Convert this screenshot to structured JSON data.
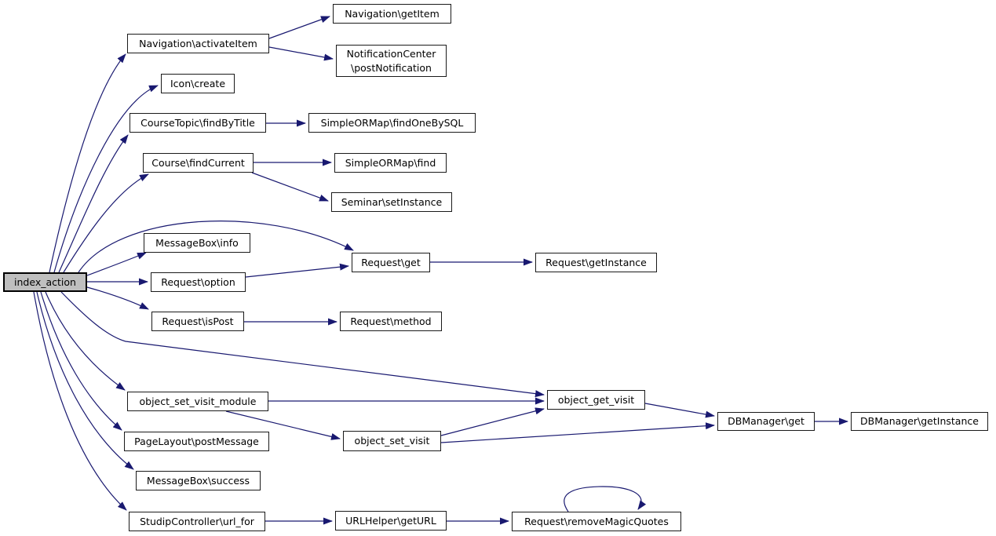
{
  "diagram": {
    "type": "call-graph",
    "background_color": "#ffffff",
    "edge_color": "#191970",
    "node_fill": "#ffffff",
    "node_border_color": "#1a1a1a",
    "highlight_fill": "#bfbfbf",
    "root_node": "index_action",
    "nodes": [
      {
        "id": "index_action",
        "label": "index_action",
        "highlight": true
      },
      {
        "id": "nav_activateItem",
        "label": "Navigation\\activateItem",
        "highlight": false
      },
      {
        "id": "nav_getItem",
        "label": "Navigation\\getItem",
        "highlight": false
      },
      {
        "id": "notificationcenter_postNotification",
        "label": "NotificationCenter\n\\postNotification",
        "highlight": false
      },
      {
        "id": "icon_create",
        "label": "Icon\\create",
        "highlight": false
      },
      {
        "id": "coursetopic_findByTitle",
        "label": "CourseTopic\\findByTitle",
        "highlight": false
      },
      {
        "id": "simpleormap_findOneBySQL",
        "label": "SimpleORMap\\findOneBySQL",
        "highlight": false
      },
      {
        "id": "course_findCurrent",
        "label": "Course\\findCurrent",
        "highlight": false
      },
      {
        "id": "simpleormap_find",
        "label": "SimpleORMap\\find",
        "highlight": false
      },
      {
        "id": "seminar_setInstance",
        "label": "Seminar\\setInstance",
        "highlight": false
      },
      {
        "id": "messagebox_info",
        "label": "MessageBox\\info",
        "highlight": false
      },
      {
        "id": "request_get",
        "label": "Request\\get",
        "highlight": false
      },
      {
        "id": "request_getInstance",
        "label": "Request\\getInstance",
        "highlight": false
      },
      {
        "id": "request_option",
        "label": "Request\\option",
        "highlight": false
      },
      {
        "id": "request_isPost",
        "label": "Request\\isPost",
        "highlight": false
      },
      {
        "id": "request_method",
        "label": "Request\\method",
        "highlight": false
      },
      {
        "id": "object_set_visit_module",
        "label": "object_set_visit_module",
        "highlight": false
      },
      {
        "id": "object_get_visit",
        "label": "object_get_visit",
        "highlight": false
      },
      {
        "id": "pagelayout_postMessage",
        "label": "PageLayout\\postMessage",
        "highlight": false
      },
      {
        "id": "object_set_visit",
        "label": "object_set_visit",
        "highlight": false
      },
      {
        "id": "dbmanager_get",
        "label": "DBManager\\get",
        "highlight": false
      },
      {
        "id": "dbmanager_getInstance",
        "label": "DBManager\\getInstance",
        "highlight": false
      },
      {
        "id": "messagebox_success",
        "label": "MessageBox\\success",
        "highlight": false
      },
      {
        "id": "studipcontroller_url_for",
        "label": "StudipController\\url_for",
        "highlight": false
      },
      {
        "id": "urlhelper_getURL",
        "label": "URLHelper\\getURL",
        "highlight": false
      },
      {
        "id": "request_removeMagicQuotes",
        "label": "Request\\removeMagicQuotes",
        "highlight": false
      }
    ],
    "edges": [
      {
        "from": "index_action",
        "to": "nav_activateItem"
      },
      {
        "from": "index_action",
        "to": "icon_create"
      },
      {
        "from": "index_action",
        "to": "coursetopic_findByTitle"
      },
      {
        "from": "index_action",
        "to": "course_findCurrent"
      },
      {
        "from": "index_action",
        "to": "request_get"
      },
      {
        "from": "index_action",
        "to": "messagebox_info"
      },
      {
        "from": "index_action",
        "to": "request_option"
      },
      {
        "from": "index_action",
        "to": "request_isPost"
      },
      {
        "from": "index_action",
        "to": "object_get_visit"
      },
      {
        "from": "index_action",
        "to": "object_set_visit_module"
      },
      {
        "from": "index_action",
        "to": "pagelayout_postMessage"
      },
      {
        "from": "index_action",
        "to": "messagebox_success"
      },
      {
        "from": "index_action",
        "to": "studipcontroller_url_for"
      },
      {
        "from": "nav_activateItem",
        "to": "nav_getItem"
      },
      {
        "from": "nav_activateItem",
        "to": "notificationcenter_postNotification"
      },
      {
        "from": "coursetopic_findByTitle",
        "to": "simpleormap_findOneBySQL"
      },
      {
        "from": "course_findCurrent",
        "to": "simpleormap_find"
      },
      {
        "from": "course_findCurrent",
        "to": "seminar_setInstance"
      },
      {
        "from": "request_option",
        "to": "request_get"
      },
      {
        "from": "request_get",
        "to": "request_getInstance"
      },
      {
        "from": "request_isPost",
        "to": "request_method"
      },
      {
        "from": "object_set_visit_module",
        "to": "object_get_visit"
      },
      {
        "from": "object_set_visit_module",
        "to": "object_set_visit"
      },
      {
        "from": "object_set_visit",
        "to": "object_get_visit"
      },
      {
        "from": "object_set_visit",
        "to": "dbmanager_get"
      },
      {
        "from": "object_get_visit",
        "to": "dbmanager_get"
      },
      {
        "from": "dbmanager_get",
        "to": "dbmanager_getInstance"
      },
      {
        "from": "studipcontroller_url_for",
        "to": "urlhelper_getURL"
      },
      {
        "from": "urlhelper_getURL",
        "to": "request_removeMagicQuotes"
      },
      {
        "from": "request_removeMagicQuotes",
        "to": "request_removeMagicQuotes"
      }
    ]
  }
}
